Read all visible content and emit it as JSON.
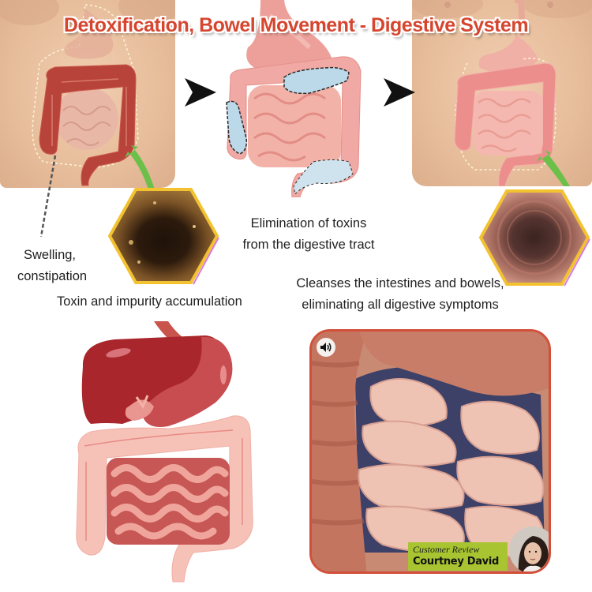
{
  "title": "Detoxification, Bowel Movement - Digestive System",
  "panels": {
    "before": {
      "description": "Torso with inflamed dark-red colon",
      "colon_color": "#b8433a"
    },
    "during": {
      "description": "Intestines with toxin deposits being cleared",
      "toxin_color": "#bcd9ea"
    },
    "after": {
      "description": "Torso with healthy pink intestines",
      "colon_color": "#ec8f8c"
    }
  },
  "captions": {
    "swelling_line1": "Swelling,",
    "swelling_line2": "constipation",
    "toxin_accumulation": "Toxin and impurity accumulation",
    "elimination_line1": "Elimination of toxins",
    "elimination_line2": "from the digestive tract",
    "cleanses_line1": "Cleanses the intestines and bowels,",
    "cleanses_line2": "eliminating all digestive symptoms"
  },
  "video": {
    "sound_icon": "speaker-volume-icon",
    "review_label": "Customer Review",
    "reviewer_name": "Courtney David",
    "border_color": "#d2503a",
    "badge_color": "#a8c431"
  },
  "colors": {
    "title": "#d6462f",
    "arrow": "#111111",
    "pointer_arrow": "#6cc04a",
    "hex_border": "#f2c230"
  }
}
